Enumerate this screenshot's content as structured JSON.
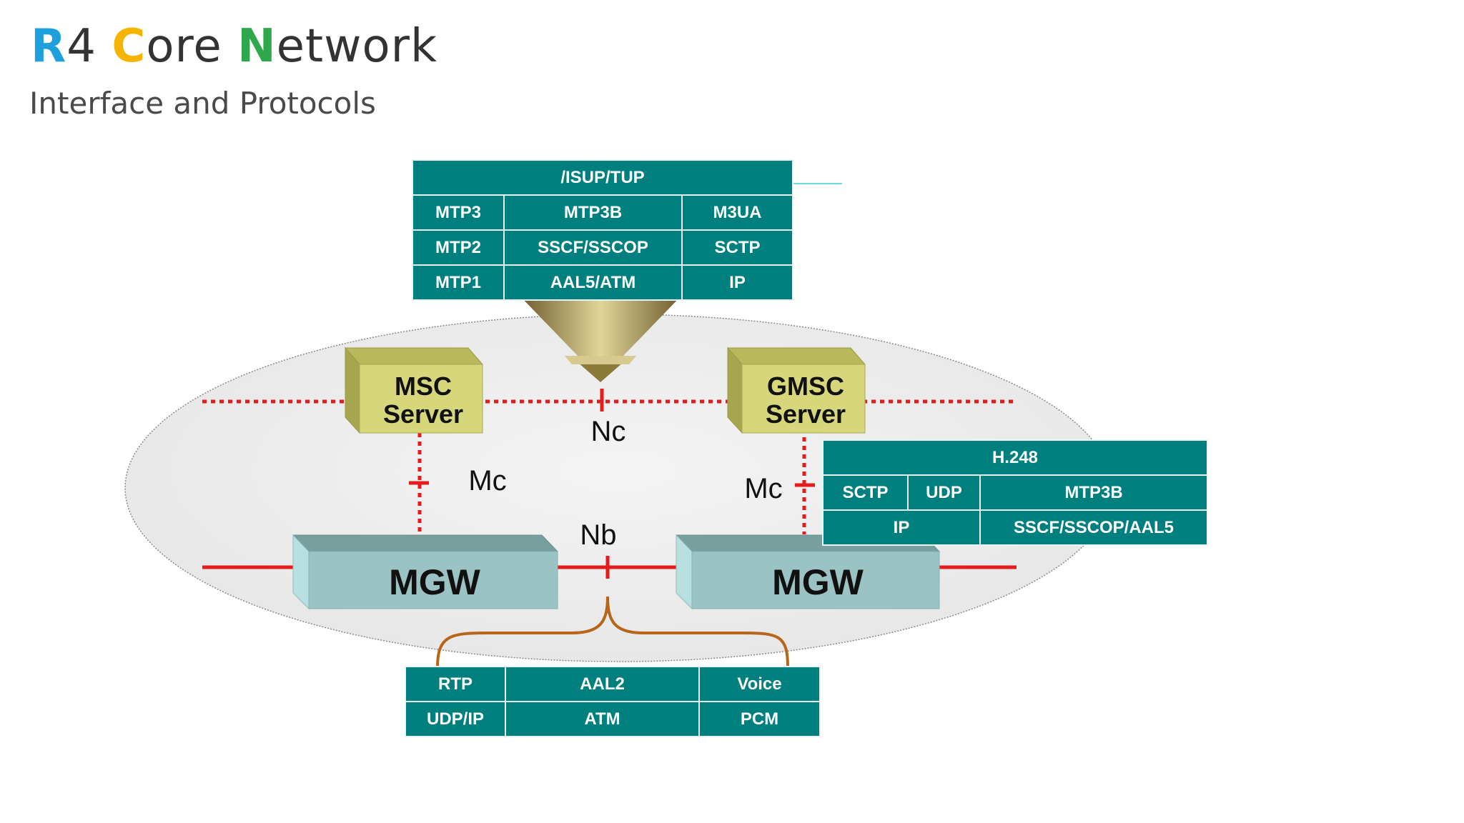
{
  "header": {
    "title_parts": [
      {
        "text": "R",
        "color": "#1ea0dc",
        "initial": true
      },
      {
        "text": "4 ",
        "color": "#333333",
        "initial": false
      },
      {
        "text": "C",
        "color": "#f5b400",
        "initial": true
      },
      {
        "text": "ore ",
        "color": "#333333",
        "initial": false
      },
      {
        "text": "N",
        "color": "#2ea84a",
        "initial": true
      },
      {
        "text": "etwork",
        "color": "#333333",
        "initial": false
      }
    ],
    "subtitle": "Interface and Protocols"
  },
  "nodes": {
    "msc_server": {
      "line1": "MSC",
      "line2": "Server"
    },
    "gmsc_server": {
      "line1": "GMSC",
      "line2": "Server"
    },
    "mgw_left": "MGW",
    "mgw_right": "MGW"
  },
  "interfaces": {
    "nc": "Nc",
    "mc_left": "Mc",
    "mc_right": "Mc",
    "nb": "Nb"
  },
  "nc_stack": {
    "top": "/ISUP/TUP",
    "rows": [
      [
        "MTP3",
        "MTP3B",
        "M3UA"
      ],
      [
        "MTP2",
        "SSCF/SSCOP",
        "SCTP"
      ],
      [
        "MTP1",
        "AAL5/ATM",
        "IP"
      ]
    ]
  },
  "mc_stack": {
    "top": "H.248",
    "row1": [
      "SCTP",
      "UDP",
      "MTP3B"
    ],
    "row2": [
      "IP",
      "SSCF/SSCOP/AAL5"
    ]
  },
  "nb_stack": {
    "rows": [
      [
        "RTP",
        "AAL2",
        "Voice"
      ],
      [
        "UDP/IP",
        "ATM",
        "PCM"
      ]
    ]
  },
  "colors": {
    "table_bg": "#007f7f",
    "server_box": "#d6d67a",
    "mgw_box": "#9cc3c3",
    "signal_line": "#e41c1c",
    "brace": "#b8651a",
    "ellipse_fill": "#eeeeee"
  }
}
